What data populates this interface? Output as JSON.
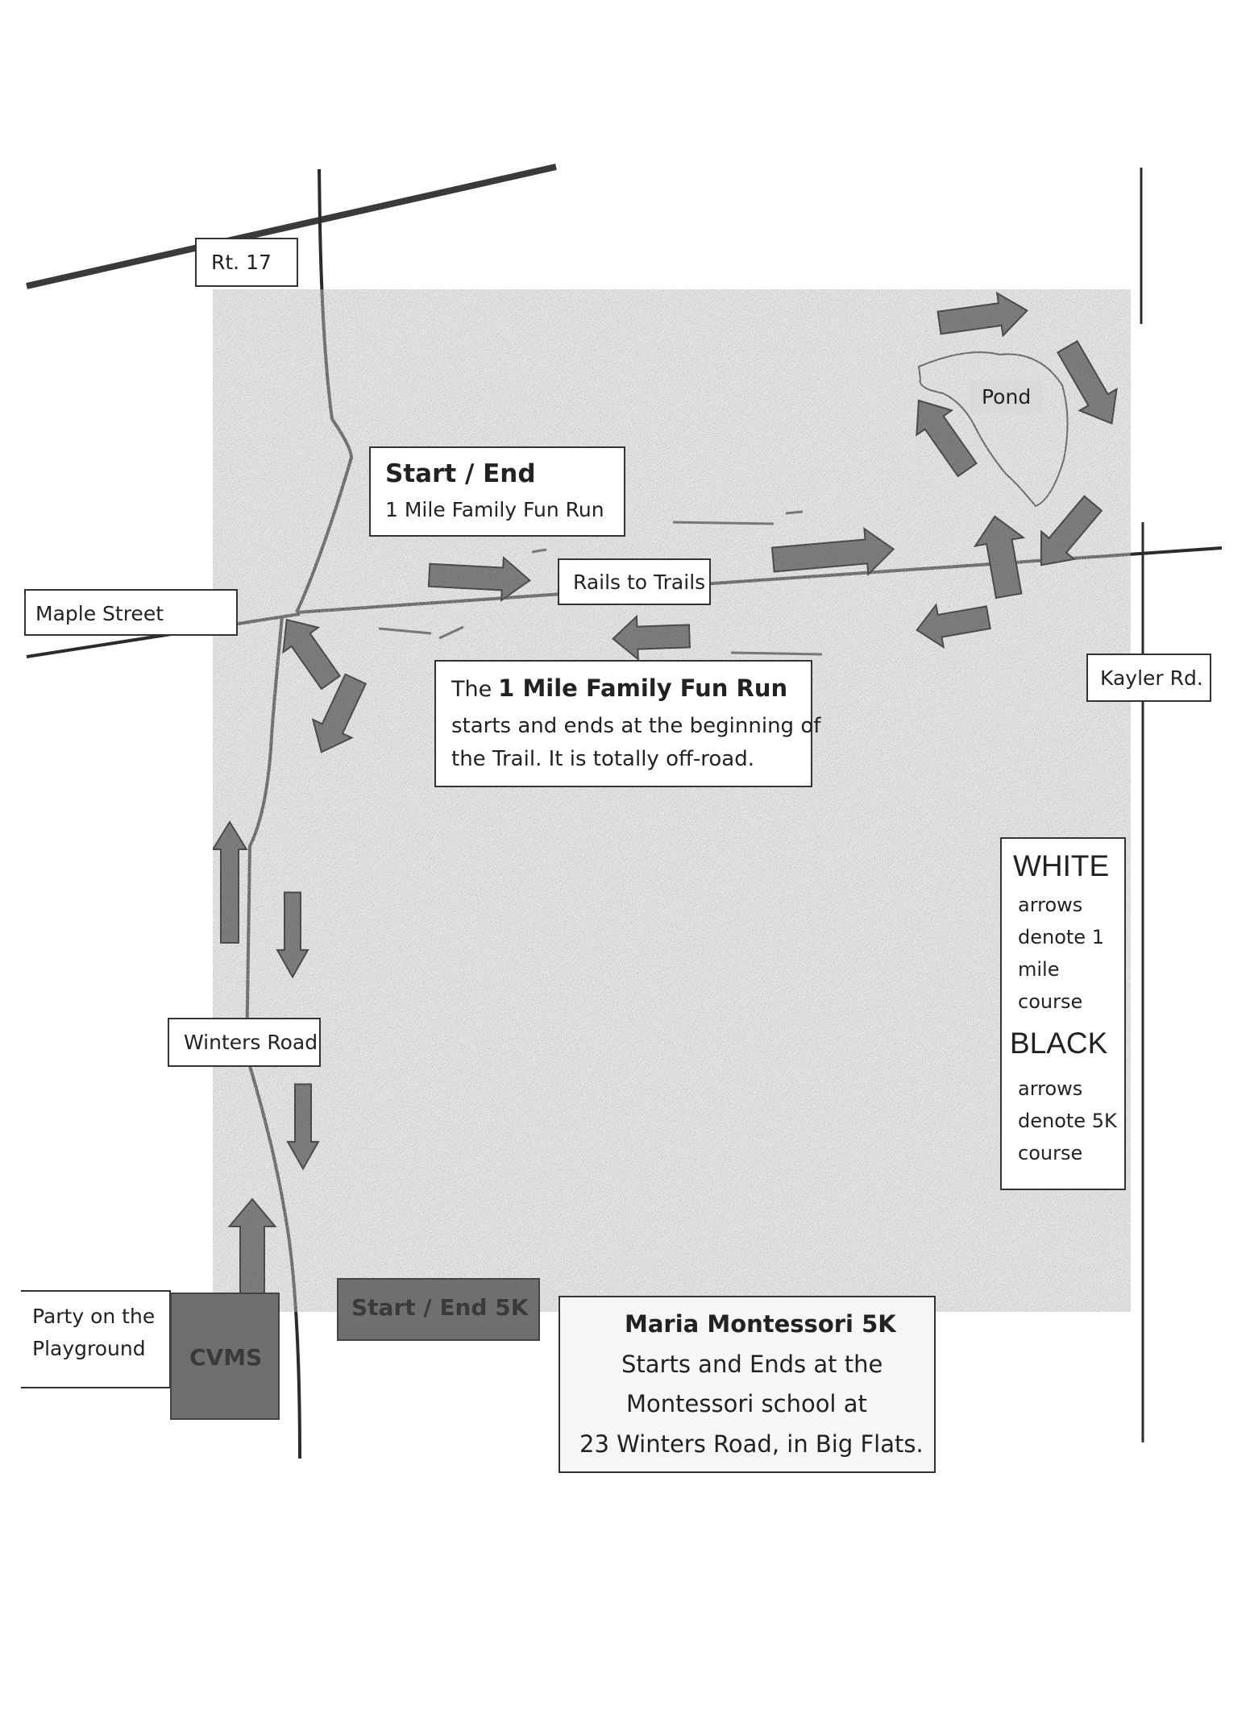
{
  "roads": {
    "rt17": "Rt. 17",
    "maple_street": "Maple Street",
    "rails_to_trails": "Rails to Trails",
    "kayler_rd": "Kayler Rd.",
    "winters_road": "Winters Road"
  },
  "pond": "Pond",
  "family_run_start": {
    "title": "Start / End",
    "subtitle": "1 Mile Family Fun Run"
  },
  "family_run_note": {
    "prefix": "The",
    "bold": "1 Mile Family Fun Run",
    "line2": "starts and ends at the beginning of",
    "line3": "the Trail.  It is totally off-road."
  },
  "legend": {
    "white_title": "WHITE",
    "white_lines": [
      "arrows",
      "denote 1",
      "mile",
      "course"
    ],
    "black_title": "BLACK",
    "black_lines": [
      "arrows",
      "denote 5K",
      "course"
    ]
  },
  "party": {
    "line1": "Party on the",
    "line2": "Playground"
  },
  "school_label": "CVMS",
  "start_5k": "Start / End 5K",
  "montessori": {
    "title": "Maria Montessori 5K",
    "line2": "Starts and Ends at the",
    "line3": "Montessori school at",
    "line4": "23 Winters Road, in Big Flats."
  },
  "colors": {
    "road": "#2b2b2b",
    "arrow_fill": "#8c8c8c",
    "arrow_stroke": "#555555",
    "dark_box": "#6f6f6f",
    "pond_label_bg": "#d9d9d9"
  }
}
